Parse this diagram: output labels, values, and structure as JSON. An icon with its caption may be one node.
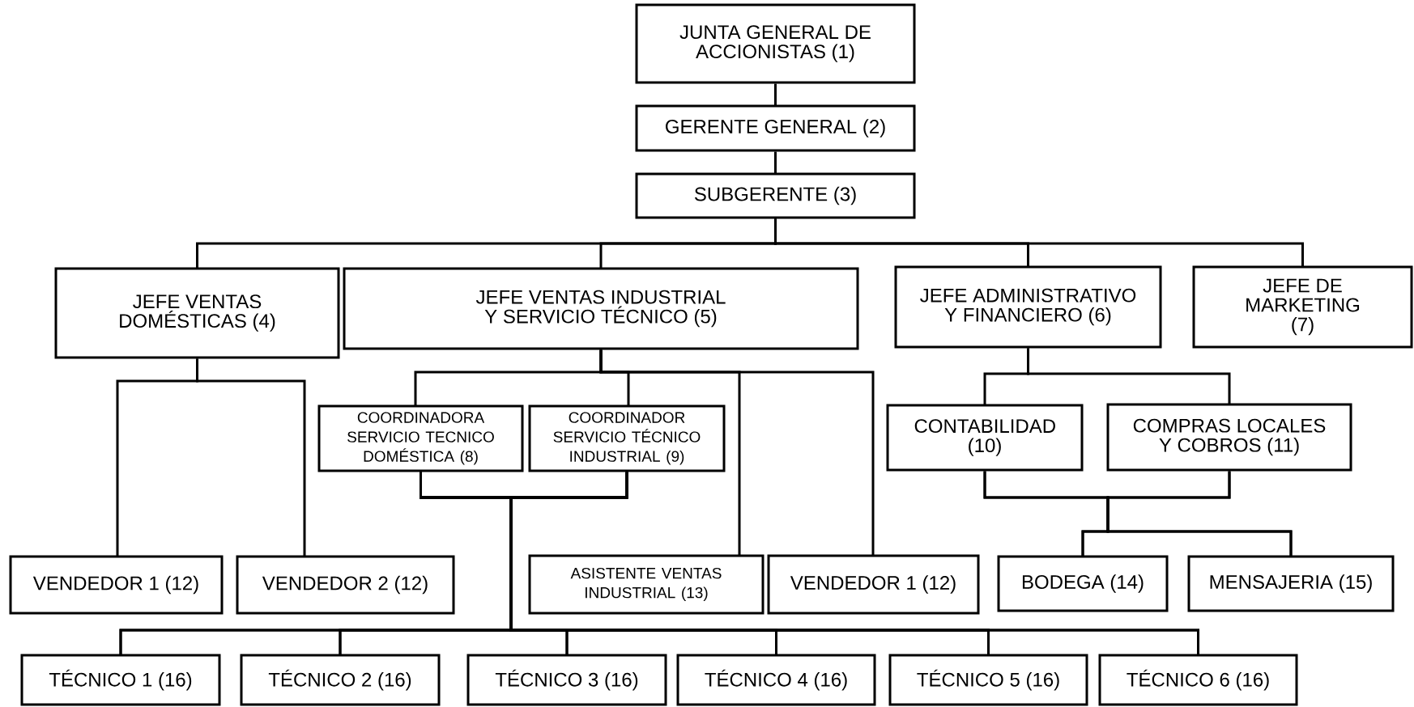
{
  "diagram": {
    "nodes": [
      {
        "text": [
          "JUNTA GENERAL DE ACCIONISTAS (1)"
        ]
      },
      {
        "text": [
          "GERENTE GENERAL (2)"
        ]
      },
      {
        "text": [
          "SUBGERENTE (3)"
        ]
      },
      {
        "text": [
          "JEFE VENTAS DOMÉSTICAS (4)"
        ]
      },
      {
        "text": [
          "JEFE VENTAS INDUSTRIAL Y SERVICIO TÉCNICO (5)"
        ]
      },
      {
        "text": [
          "JEFE ADMINISTRATIVO Y FINANCIERO (6)"
        ]
      },
      {
        "text": [
          "JEFE DE MARKETING (7)"
        ]
      },
      {
        "text": [
          "COORDINADORA SERVICIO TECNICO DOMÉSTICA (8)"
        ]
      },
      {
        "text": [
          "COORDINADOR SERVICIO TÉCNICO INDUSTRIAL (9)"
        ]
      },
      {
        "text": [
          "CONTABILIDAD (10)"
        ]
      },
      {
        "text": [
          "COMPRAS LOCALES Y COBROS (11)"
        ]
      },
      {
        "text": [
          "VENDEDOR 1 (12)"
        ]
      },
      {
        "text": [
          "VENDEDOR 2 (12)"
        ]
      },
      {
        "text": [
          "ASISTENTE VENTAS INDUSTRIAL (13)"
        ]
      },
      {
        "text": [
          "VENDEDOR 1 (12)"
        ]
      },
      {
        "text": [
          "BODEGA (14)"
        ]
      },
      {
        "text": [
          "MENSAJERIA (15)"
        ]
      },
      {
        "text": [
          "TÉCNICO 1  (16)"
        ]
      },
      {
        "text": [
          "TÉCNICO 2  (16)"
        ]
      },
      {
        "text": [
          "TÉCNICO 3 (16)"
        ]
      },
      {
        "text": [
          "TÉCNICO 4  (16)"
        ]
      },
      {
        "text": [
          "TÉCNICO 5  (16)"
        ]
      },
      {
        "text": [
          "TÉCNICO 6  (16)"
        ]
      }
    ],
    "edges": [
      {
        "from": 0,
        "to": 1,
        "arrow": "none"
      },
      {
        "from": 1,
        "to": 2,
        "arrow": "none"
      },
      {
        "from": 2,
        "to": 3,
        "arrow": "none"
      },
      {
        "from": 2,
        "to": 4,
        "arrow": "none"
      },
      {
        "from": 2,
        "to": 5,
        "arrow": "none"
      },
      {
        "from": 2,
        "to": 6,
        "arrow": "none"
      },
      {
        "from": 3,
        "to": 11,
        "arrow": "none"
      },
      {
        "from": 3,
        "to": 12,
        "arrow": "none"
      },
      {
        "from": 4,
        "to": 7,
        "arrow": "none"
      },
      {
        "from": 4,
        "to": 8,
        "arrow": "none"
      },
      {
        "from": 4,
        "to": 13,
        "arrow": "none"
      },
      {
        "from": 4,
        "to": 14,
        "arrow": "none"
      },
      {
        "from": 5,
        "to": 9,
        "arrow": "none"
      },
      {
        "from": 5,
        "to": 10,
        "arrow": "none"
      },
      {
        "from": 9,
        "to": 15,
        "arrow": "none"
      },
      {
        "from": 9,
        "to": 16,
        "arrow": "none"
      },
      {
        "from": 10,
        "to": 15,
        "arrow": "none"
      },
      {
        "from": 10,
        "to": 16,
        "arrow": "none"
      },
      {
        "from": 7,
        "to": 17,
        "arrow": "none"
      },
      {
        "from": 7,
        "to": 18,
        "arrow": "none"
      },
      {
        "from": 7,
        "to": 19,
        "arrow": "none"
      },
      {
        "from": 7,
        "to": 20,
        "arrow": "none"
      },
      {
        "from": 7,
        "to": 21,
        "arrow": "none"
      },
      {
        "from": 7,
        "to": 22,
        "arrow": "none"
      },
      {
        "from": 8,
        "to": 17,
        "arrow": "none"
      },
      {
        "from": 8,
        "to": 18,
        "arrow": "none"
      },
      {
        "from": 8,
        "to": 19,
        "arrow": "none"
      },
      {
        "from": 8,
        "to": 20,
        "arrow": "none"
      },
      {
        "from": 8,
        "to": 21,
        "arrow": "none"
      },
      {
        "from": 8,
        "to": 22,
        "arrow": "none"
      }
    ]
  }
}
